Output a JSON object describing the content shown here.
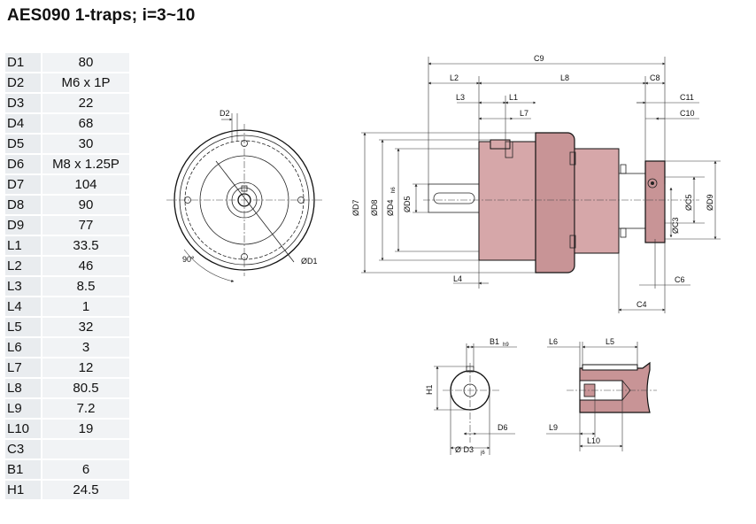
{
  "title": "AES090 1-traps; i=3~10",
  "specs": [
    {
      "key": "D1",
      "value": "80"
    },
    {
      "key": "D2",
      "value": "M6 x 1P"
    },
    {
      "key": "D3",
      "value": "22"
    },
    {
      "key": "D4",
      "value": "68"
    },
    {
      "key": "D5",
      "value": "30"
    },
    {
      "key": "D6",
      "value": "M8 x 1.25P"
    },
    {
      "key": "D7",
      "value": "104"
    },
    {
      "key": "D8",
      "value": "90"
    },
    {
      "key": "D9",
      "value": "77"
    },
    {
      "key": "L1",
      "value": "33.5"
    },
    {
      "key": "L2",
      "value": "46"
    },
    {
      "key": "L3",
      "value": "8.5"
    },
    {
      "key": "L4",
      "value": "1"
    },
    {
      "key": "L5",
      "value": "32"
    },
    {
      "key": "L6",
      "value": "3"
    },
    {
      "key": "L7",
      "value": "12"
    },
    {
      "key": "L8",
      "value": "80.5"
    },
    {
      "key": "L9",
      "value": "7.2"
    },
    {
      "key": "L10",
      "value": "19"
    },
    {
      "key": "C3",
      "value": ""
    },
    {
      "key": "B1",
      "value": "6"
    },
    {
      "key": "H1",
      "value": "24.5"
    }
  ],
  "drawing_labels": {
    "front_d2": "D2",
    "front_d1": "ØD1",
    "front_angle": "90°",
    "side_c9": "C9",
    "side_l2": "L2",
    "side_l8": "L8",
    "side_c8": "C8",
    "side_l3": "L3",
    "side_l1": "L1",
    "side_c11": "C11",
    "side_l7": "L7",
    "side_c10": "C10",
    "side_d7": "ØD7",
    "side_d8": "ØD8",
    "side_d4": "ØD4",
    "side_d4_sub": "h6",
    "side_d5": "ØD5",
    "side_c5": "ØC5",
    "side_d9": "ØD9",
    "side_c3": "ØC3",
    "side_l4": "L4",
    "side_c6": "C6",
    "side_c4": "C4",
    "shaft_b1": "B1",
    "shaft_b1_sub": "h9",
    "shaft_h1": "H1",
    "shaft_d6": "D6",
    "shaft_d3": "Ø D3",
    "shaft_d3_sub": "j6",
    "key_l6": "L6",
    "key_l5": "L5",
    "key_l9": "L9",
    "key_l10": "L10"
  }
}
